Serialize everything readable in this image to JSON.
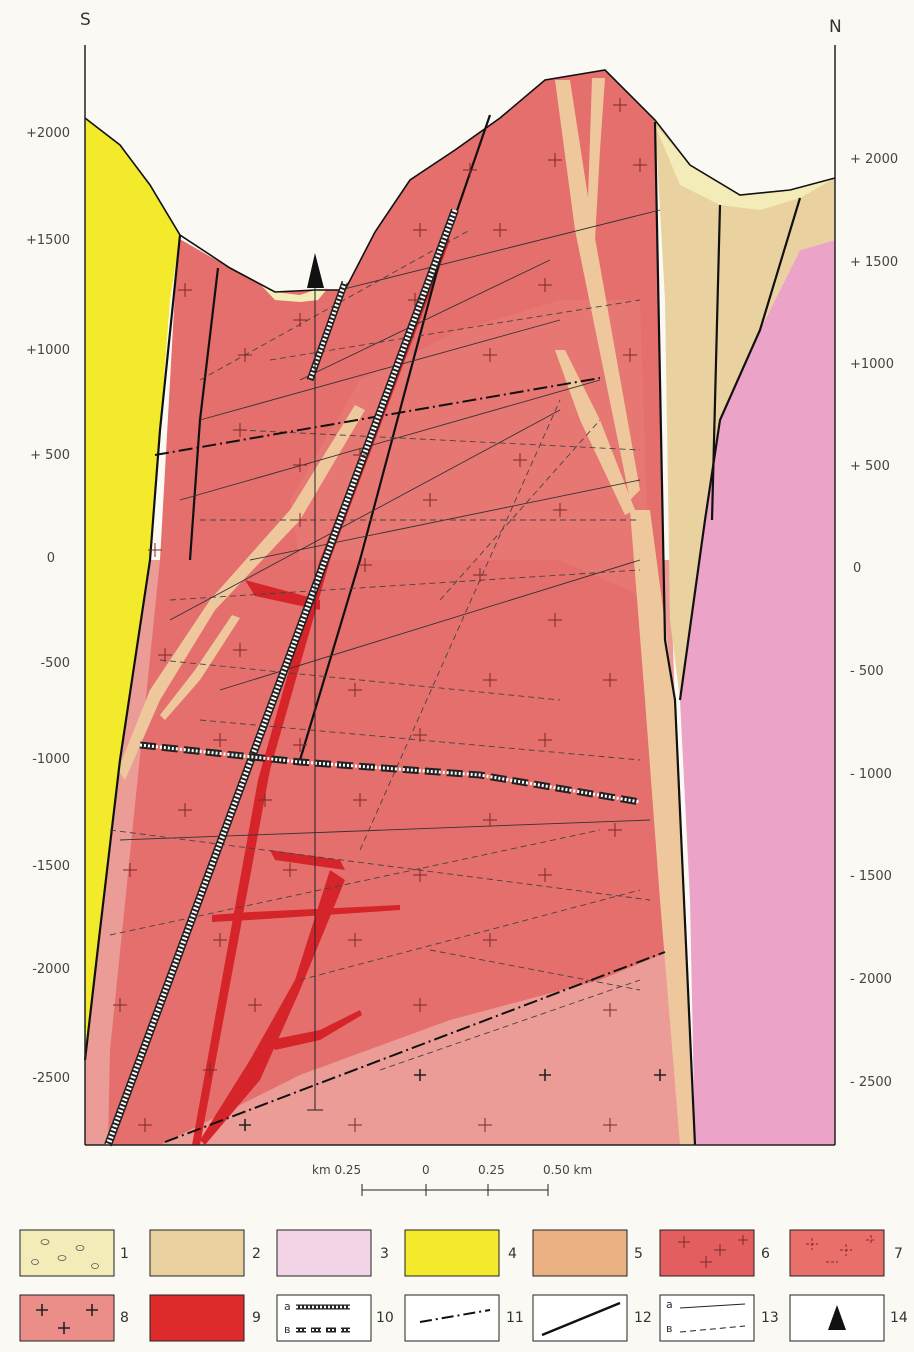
{
  "section": {
    "direction_left": "S",
    "direction_right": "N",
    "left_axis_labels": [
      "+2000",
      "+1500",
      "+1000",
      "+ 500",
      "0",
      "-500",
      "-1000",
      "-1500",
      "-2000",
      "-2500"
    ],
    "right_axis_labels": [
      "+ 2000",
      "+ 1500",
      "+1000",
      "+ 500",
      "0",
      "- 500",
      "- 1000",
      "- 1500",
      "- 2000",
      "- 2500"
    ]
  },
  "scale_bar": {
    "unit_left": "km 0.25",
    "tick_0": "0",
    "tick_025": "0.25",
    "tick_050": "0.50 km"
  },
  "legend": {
    "items": [
      {
        "num": "1",
        "name": "conglomerate-gravel"
      },
      {
        "num": "2",
        "name": "light-tan-rock"
      },
      {
        "num": "3",
        "name": "pink-rock"
      },
      {
        "num": "4",
        "name": "yellow-rock"
      },
      {
        "num": "5",
        "name": "orange-tan-rock"
      },
      {
        "num": "6",
        "name": "red-granite-crosses"
      },
      {
        "num": "7",
        "name": "red-granite-dashes"
      },
      {
        "num": "8",
        "name": "pink-granite-plus"
      },
      {
        "num": "9",
        "name": "dyke-red"
      },
      {
        "num": "10",
        "name": "hatched-dyke"
      },
      {
        "num": "11",
        "name": "dash-dot-line"
      },
      {
        "num": "12",
        "name": "fault-line"
      },
      {
        "num": "13",
        "name": "thin-lines"
      },
      {
        "num": "14",
        "name": "borehole-triangle"
      }
    ],
    "sub_a": "а",
    "sub_b": "в"
  },
  "colors": {
    "yellow": "#f2ea2a",
    "tan": "#ead2a0",
    "pink": "#eba3c8",
    "red": "#e57272",
    "red_dark": "#dd5a5a",
    "granite_light": "#eb9c96",
    "dyke": "#d6252a",
    "gravel": "#f4ecb8",
    "orange": "#eab082"
  }
}
